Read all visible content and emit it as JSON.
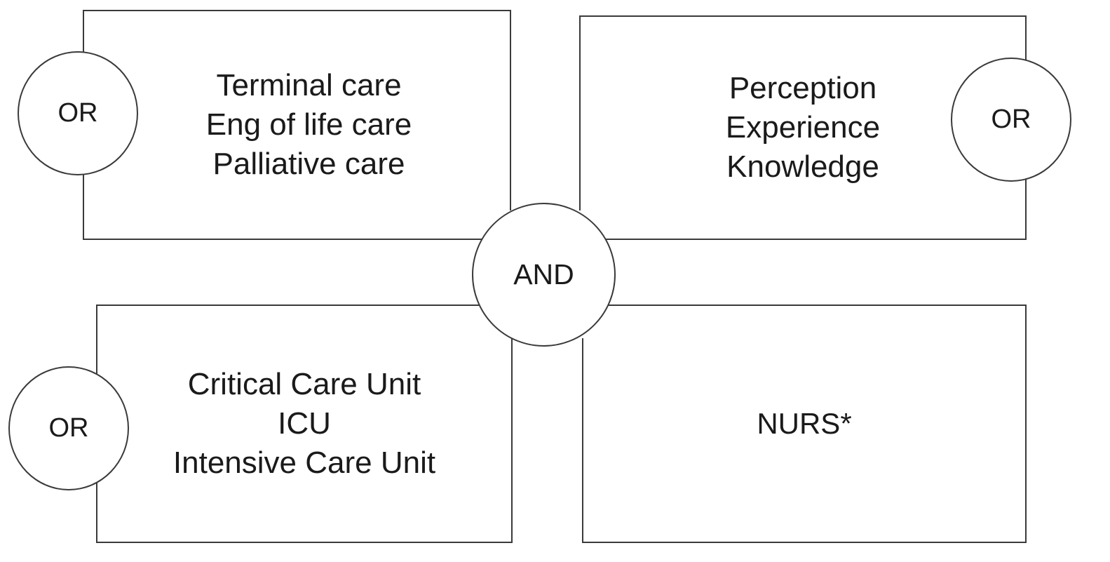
{
  "diagram": {
    "type": "boolean-search-strategy",
    "operators": {
      "or": "OR",
      "and": "AND"
    },
    "groups": [
      {
        "id": "terminal-care",
        "operator": "OR",
        "terms": [
          "Terminal care",
          "Eng of life care",
          "Palliative care"
        ]
      },
      {
        "id": "perception",
        "operator": "OR",
        "terms": [
          "Perception",
          "Experience",
          "Knowledge"
        ]
      },
      {
        "id": "critical-care-unit",
        "operator": "OR",
        "terms": [
          "Critical Care Unit",
          "ICU",
          "Intensive Care Unit"
        ]
      },
      {
        "id": "nurses",
        "operator": "",
        "terms": [
          "NURS*"
        ]
      }
    ],
    "colors": {
      "stroke": "#3a3a3a",
      "text": "#1a1a1a",
      "background": "#ffffff"
    }
  }
}
